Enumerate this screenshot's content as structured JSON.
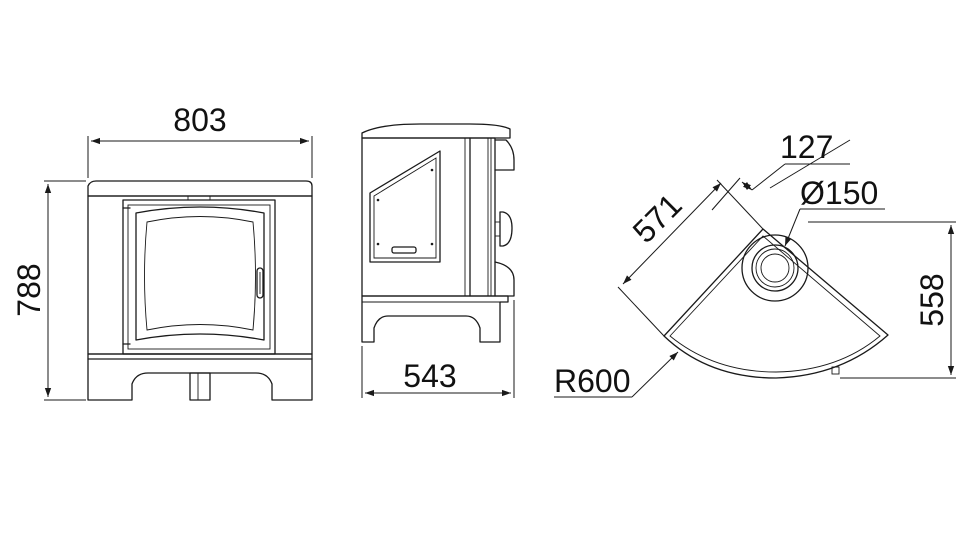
{
  "dimensions": {
    "width": "803",
    "height": "788",
    "depth": "543",
    "corner_width": "571",
    "offset": "127",
    "flue_diameter": "Ø150",
    "corner_height": "558",
    "radius": "R600"
  },
  "views": [
    "front-view",
    "side-view",
    "top-view"
  ]
}
